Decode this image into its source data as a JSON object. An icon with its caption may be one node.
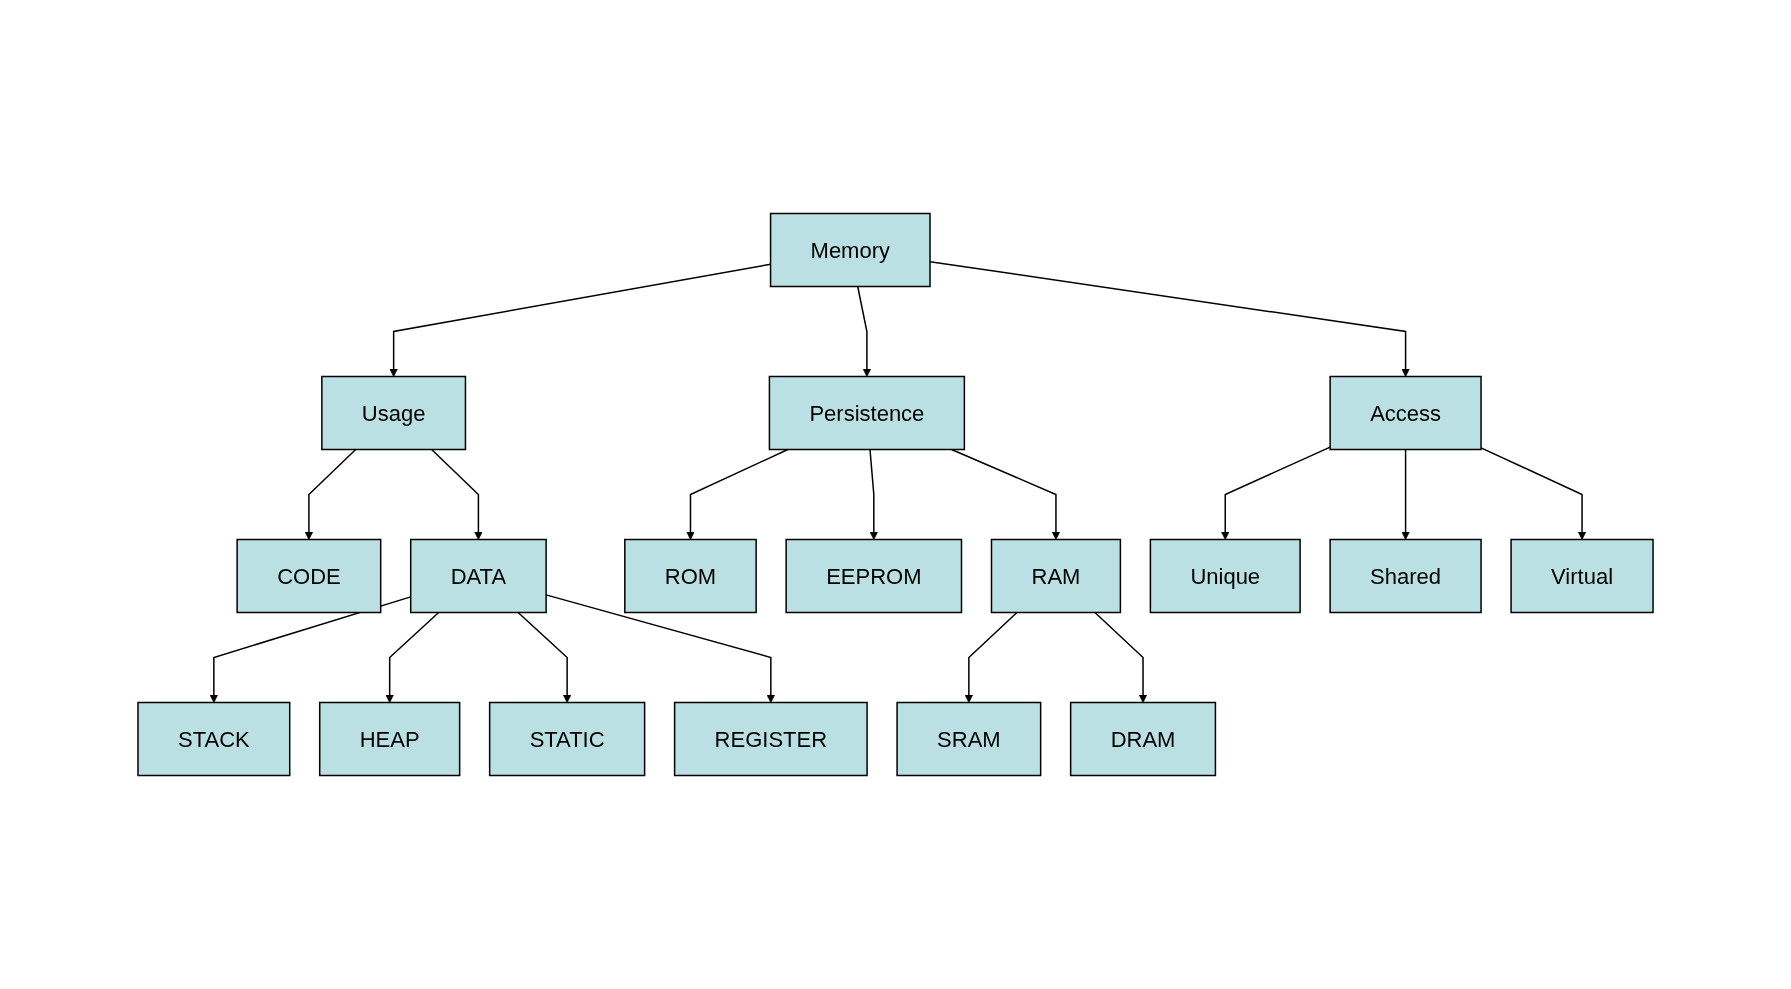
{
  "diagram": {
    "nodes": [
      {
        "text": [
          "Memory"
        ]
      },
      {
        "text": [
          "Usage"
        ]
      },
      {
        "text": [
          "Persistence"
        ]
      },
      {
        "text": [
          "Access"
        ]
      },
      {
        "text": [
          "CODE"
        ]
      },
      {
        "text": [
          "ROM"
        ]
      },
      {
        "text": [
          "EEPROM"
        ]
      },
      {
        "text": [
          "RAM"
        ]
      },
      {
        "text": [
          "Unique"
        ]
      },
      {
        "text": [
          "Shared"
        ]
      },
      {
        "text": [
          "Virtual"
        ]
      },
      {
        "text": [
          "DATA"
        ]
      },
      {
        "text": [
          "SRAM"
        ]
      },
      {
        "text": [
          "DRAM"
        ]
      },
      {
        "text": [
          "STACK"
        ]
      },
      {
        "text": [
          "HEAP"
        ]
      },
      {
        "text": [
          "STATIC"
        ]
      },
      {
        "text": [
          "REGISTER"
        ]
      }
    ],
    "edges": [
      {
        "from": 0,
        "to": 1,
        "arrow": "to"
      },
      {
        "from": 0,
        "to": 2,
        "arrow": "to"
      },
      {
        "from": 0,
        "to": 3,
        "arrow": "to"
      },
      {
        "from": 1,
        "to": 4,
        "arrow": "to"
      },
      {
        "from": 1,
        "to": 11,
        "arrow": "to"
      },
      {
        "from": 2,
        "to": 5,
        "arrow": "to"
      },
      {
        "from": 2,
        "to": 6,
        "arrow": "to"
      },
      {
        "from": 2,
        "to": 7,
        "arrow": "to"
      },
      {
        "from": 3,
        "to": 8,
        "arrow": "to"
      },
      {
        "from": 3,
        "to": 9,
        "arrow": "to"
      },
      {
        "from": 3,
        "to": 10,
        "arrow": "to"
      },
      {
        "from": 7,
        "to": 12,
        "arrow": "to"
      },
      {
        "from": 7,
        "to": 13,
        "arrow": "to"
      },
      {
        "from": 11,
        "to": 14,
        "arrow": "to"
      },
      {
        "from": 11,
        "to": 15,
        "arrow": "to"
      },
      {
        "from": 11,
        "to": 16,
        "arrow": "to"
      },
      {
        "from": 11,
        "to": 17,
        "arrow": "to"
      }
    ]
  }
}
